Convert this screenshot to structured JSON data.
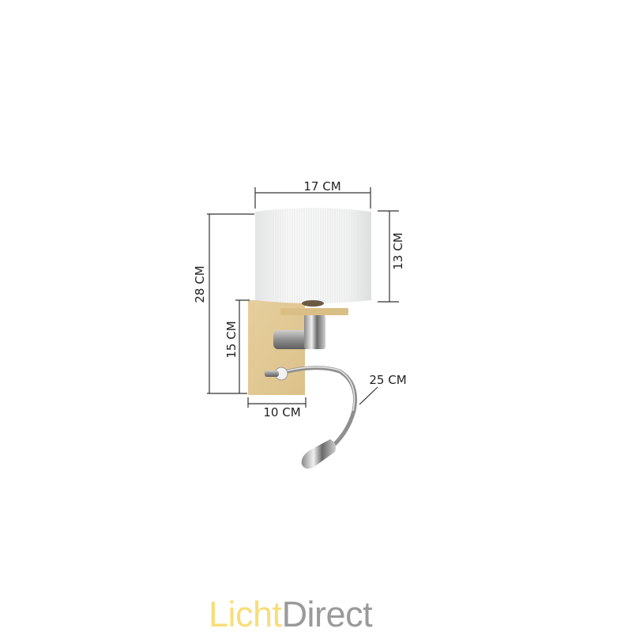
{
  "dimensions": {
    "shade_width": "17 CM",
    "shade_height": "13 CM",
    "total_height": "28 CM",
    "base_height": "15 CM",
    "base_width": "10 CM",
    "arm_length": "25 CM"
  },
  "logo": {
    "part1": "Licht",
    "part2": "Direct",
    "color1": "#f8de78",
    "color2": "#9a9a9a"
  }
}
